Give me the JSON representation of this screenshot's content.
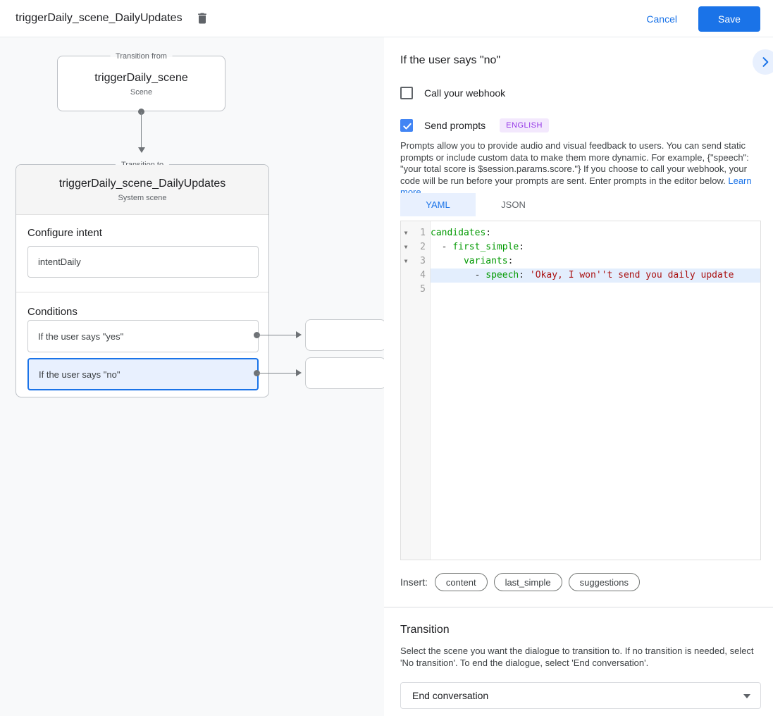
{
  "header": {
    "title": "triggerDaily_scene_DailyUpdates",
    "cancel_label": "Cancel",
    "save_label": "Save"
  },
  "canvas": {
    "transition_from": {
      "label": "Transition from",
      "name": "triggerDaily_scene",
      "type": "Scene"
    },
    "transition_to": {
      "label": "Transition to",
      "name": "triggerDaily_scene_DailyUpdates",
      "type": "System scene",
      "configure_intent_label": "Configure intent",
      "intent_value": "intentDaily",
      "conditions_label": "Conditions",
      "conditions": [
        {
          "label": "If the user says \"yes\"",
          "selected": false
        },
        {
          "label": "If the user says \"no\"",
          "selected": true
        }
      ]
    }
  },
  "panel": {
    "title": "If the user says \"no\"",
    "collapse_icon": "chevron-right",
    "webhook": {
      "label": "Call your webhook",
      "checked": false
    },
    "prompts": {
      "label": "Send prompts",
      "checked": true,
      "language_badge": "ENGLISH"
    },
    "description": "Prompts allow you to provide audio and visual feedback to users. You can send static prompts or include custom data to make them more dynamic. For example, {\"speech\": \"your total score is $session.params.score.\"} If you choose to call your webhook, your code will be run before your prompts are sent. Enter prompts in the editor below. ",
    "learn_more": "Learn more",
    "tabs": [
      {
        "label": "YAML",
        "active": true
      },
      {
        "label": "JSON",
        "active": false
      }
    ],
    "editor": {
      "lines": [
        {
          "number": 1,
          "foldable": true,
          "highlighted": false,
          "tokens": [
            {
              "t": "key",
              "text": "candidates"
            },
            {
              "t": "plain",
              "text": ":"
            }
          ]
        },
        {
          "number": 2,
          "foldable": true,
          "highlighted": false,
          "tokens": [
            {
              "t": "plain",
              "text": "  - "
            },
            {
              "t": "key",
              "text": "first_simple"
            },
            {
              "t": "plain",
              "text": ":"
            }
          ]
        },
        {
          "number": 3,
          "foldable": true,
          "highlighted": false,
          "tokens": [
            {
              "t": "plain",
              "text": "      "
            },
            {
              "t": "key",
              "text": "variants"
            },
            {
              "t": "plain",
              "text": ":"
            }
          ]
        },
        {
          "number": 4,
          "foldable": false,
          "highlighted": true,
          "tokens": [
            {
              "t": "plain",
              "text": "        - "
            },
            {
              "t": "key",
              "text": "speech"
            },
            {
              "t": "plain",
              "text": ": "
            },
            {
              "t": "string",
              "text": "'Okay, I won''t send you daily update"
            }
          ]
        },
        {
          "number": 5,
          "foldable": false,
          "highlighted": false,
          "tokens": []
        }
      ]
    },
    "insert": {
      "label": "Insert:",
      "chips": [
        "content",
        "last_simple",
        "suggestions"
      ]
    },
    "transition": {
      "heading": "Transition",
      "description": "Select the scene you want the dialogue to transition to. If no transition is needed, select 'No transition'. To end the dialogue, select 'End conversation'.",
      "selected_value": "End conversation"
    }
  },
  "colors": {
    "accent": "#1a73e8",
    "accent-bg": "#e8f0fe",
    "badge-text": "#9334e6",
    "badge-bg": "#f3e8fd",
    "code-key": "#009900",
    "code-string": "#aa1111",
    "selected-line": "#e3eefd",
    "checkbox-checked": "#4285f4"
  }
}
